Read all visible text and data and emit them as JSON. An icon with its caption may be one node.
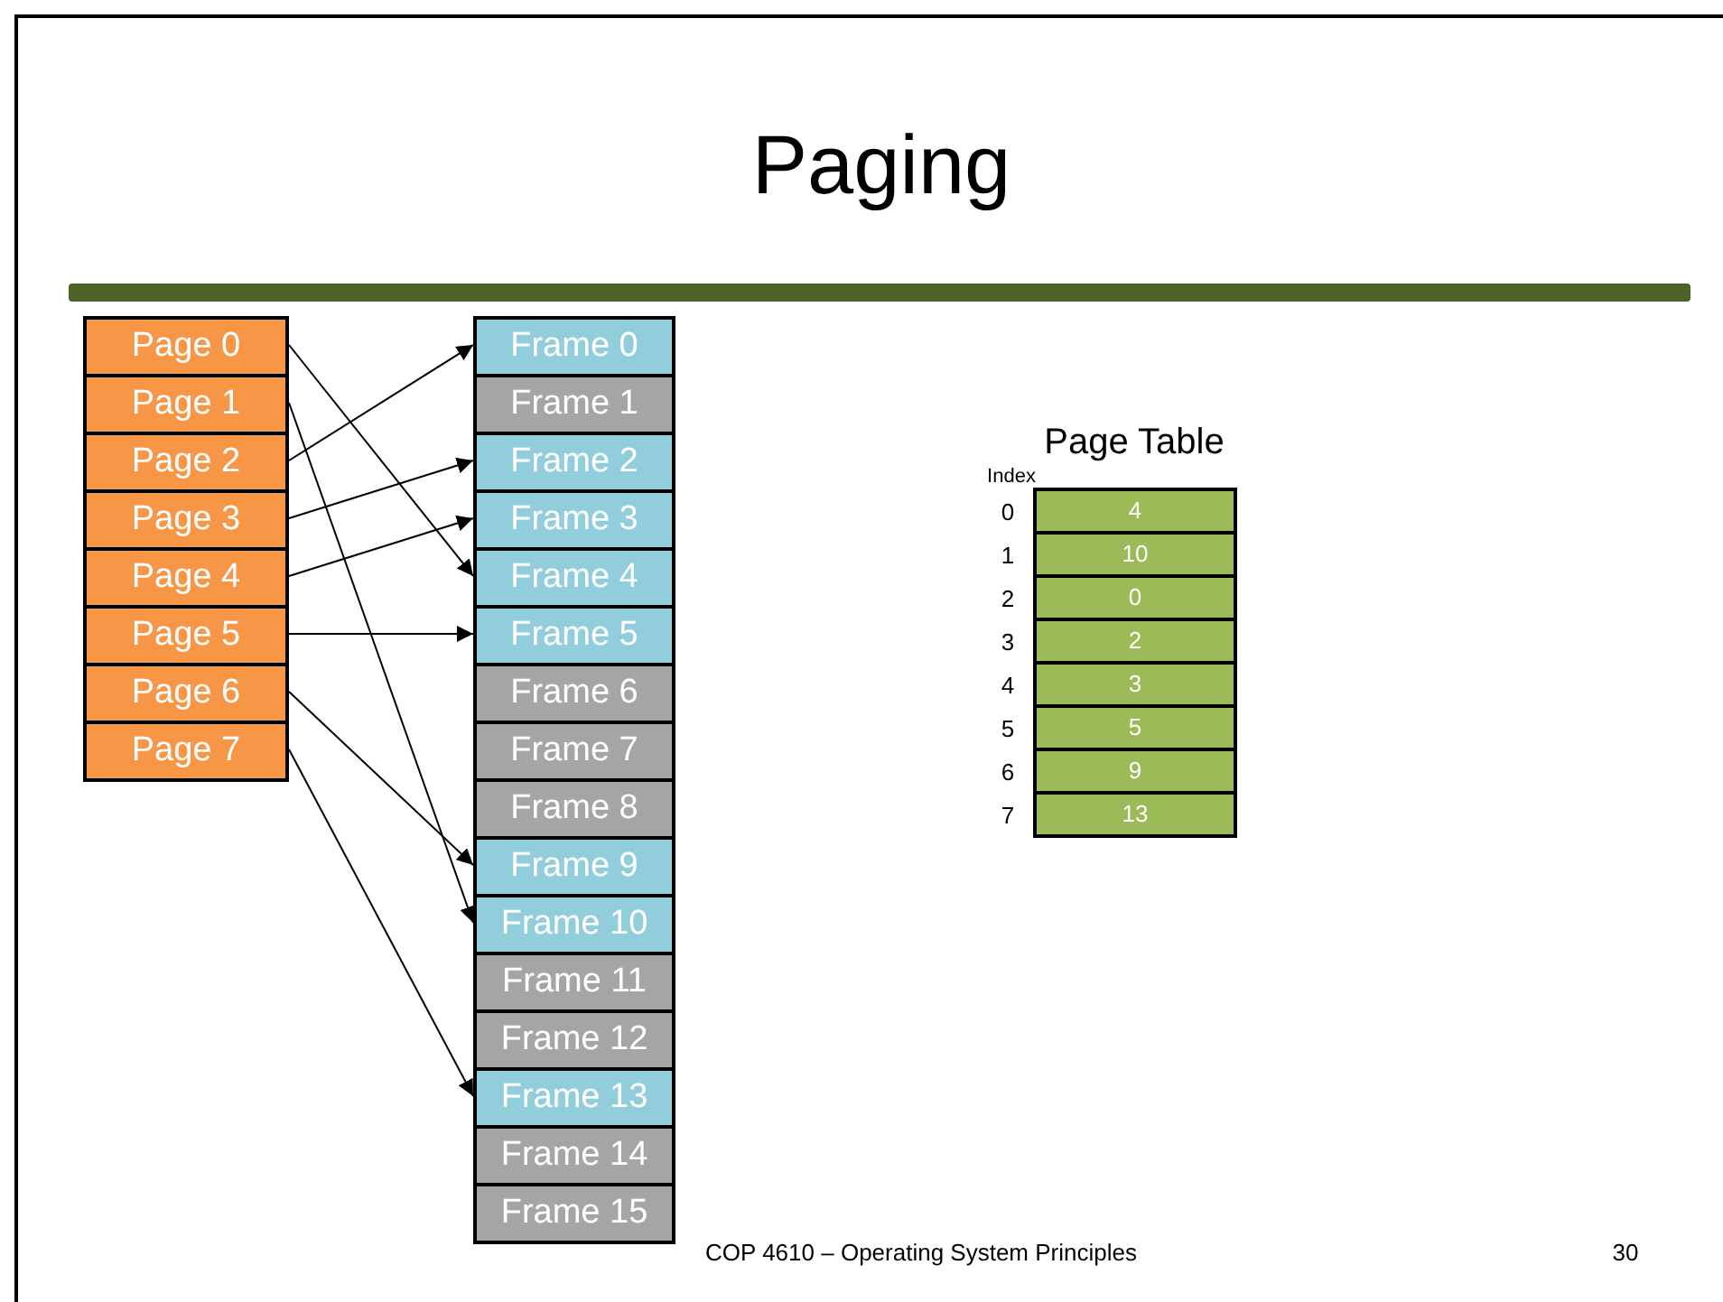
{
  "diagram": {
    "title": "Paging",
    "nodes": [
      {
        "text": [
          "Page 0"
        ]
      },
      {
        "text": [
          "Page 1"
        ]
      },
      {
        "text": [
          "Page 2"
        ]
      },
      {
        "text": [
          "Page 3"
        ]
      },
      {
        "text": [
          "Page 4"
        ]
      },
      {
        "text": [
          "Page 5"
        ]
      },
      {
        "text": [
          "Page 6"
        ]
      },
      {
        "text": [
          "Page 7"
        ]
      },
      {
        "text": [
          "Frame 0"
        ]
      },
      {
        "text": [
          "Frame 1"
        ]
      },
      {
        "text": [
          "Frame 2"
        ]
      },
      {
        "text": [
          "Frame 3"
        ]
      },
      {
        "text": [
          "Frame 4"
        ]
      },
      {
        "text": [
          "Frame 5"
        ]
      },
      {
        "text": [
          "Frame 6"
        ]
      },
      {
        "text": [
          "Frame 7"
        ]
      },
      {
        "text": [
          "Frame 8"
        ]
      },
      {
        "text": [
          "Frame 9"
        ]
      },
      {
        "text": [
          "Frame 10"
        ]
      },
      {
        "text": [
          "Frame 11"
        ]
      },
      {
        "text": [
          "Frame 12"
        ]
      },
      {
        "text": [
          "Frame 13"
        ]
      },
      {
        "text": [
          "Frame 14"
        ]
      },
      {
        "text": [
          "Frame 15"
        ]
      },
      {
        "text": [
          "4"
        ]
      },
      {
        "text": [
          "10"
        ]
      },
      {
        "text": [
          "0"
        ]
      },
      {
        "text": [
          "2"
        ]
      },
      {
        "text": [
          "3"
        ]
      },
      {
        "text": [
          "5"
        ]
      },
      {
        "text": [
          "9"
        ]
      },
      {
        "text": [
          "13"
        ]
      }
    ],
    "edges": [
      {
        "from": 0,
        "to": 12,
        "arrow": "to"
      },
      {
        "from": 1,
        "to": 18,
        "arrow": "to"
      },
      {
        "from": 2,
        "to": 8,
        "arrow": "to"
      },
      {
        "from": 3,
        "to": 10,
        "arrow": "to"
      },
      {
        "from": 4,
        "to": 11,
        "arrow": "to"
      },
      {
        "from": 5,
        "to": 13,
        "arrow": "to"
      },
      {
        "from": 6,
        "to": 17,
        "arrow": "to"
      },
      {
        "from": 7,
        "to": 21,
        "arrow": "to"
      }
    ],
    "labels": [
      "Page Table",
      "Index",
      "0",
      "1",
      "2",
      "3",
      "4",
      "5",
      "6",
      "7",
      "COP 4610 – Operating System Principles",
      "30"
    ]
  }
}
